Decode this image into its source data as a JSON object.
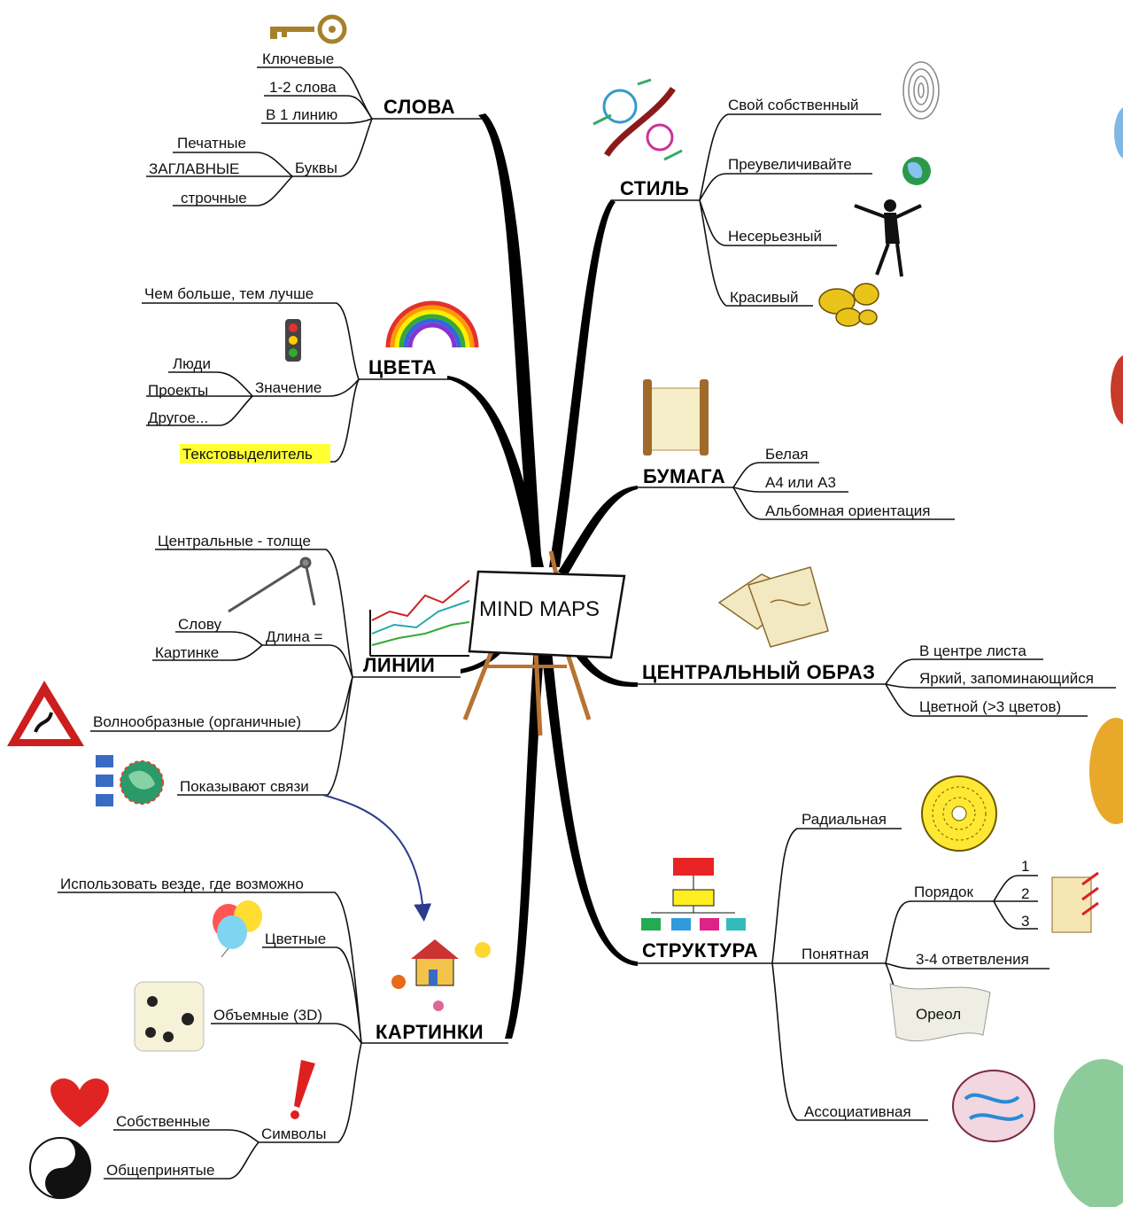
{
  "center": "MIND MAPS",
  "branches": {
    "words": {
      "title": "СЛОВА",
      "items": [
        "Ключевые",
        "1-2 слова",
        "В 1 линию"
      ],
      "letters": {
        "label": "Буквы",
        "items": [
          "Печатные",
          "ЗАГЛАВНЫЕ",
          "строчные"
        ]
      }
    },
    "colors": {
      "title": "ЦВЕТА",
      "first": "Чем больше, тем лучше",
      "meaning": {
        "label": "Значение",
        "items": [
          "Люди",
          "Проекты",
          "Другое..."
        ]
      },
      "highlighter": "Текстовыделитель"
    },
    "lines": {
      "title": "ЛИНИИ",
      "central": "Центральные - толще",
      "length": {
        "label": "Длина =",
        "items": [
          "Слову",
          "Картинке"
        ]
      },
      "wavy": "Волнообразные (органичные)",
      "links": "Показывают связи"
    },
    "pictures": {
      "title": "КАРТИНКИ",
      "everywhere": "Использовать везде, где возможно",
      "colored": "Цветные",
      "volume": "Объемные (3D)",
      "symbols": {
        "label": "Символы",
        "items": [
          "Собственные",
          "Общепринятые"
        ]
      }
    },
    "style": {
      "title": "СТИЛЬ",
      "items": [
        "Свой собственный",
        "Преувеличивайте",
        "Несерьезный",
        "Красивый"
      ]
    },
    "paper": {
      "title": "БУМАГА",
      "items": [
        "Белая",
        "А4 или А3",
        "Альбомная ориентация"
      ]
    },
    "central_image": {
      "title": "ЦЕНТРАЛЬНЫЙ ОБРАЗ",
      "items": [
        "В центре листа",
        "Яркий, запоминающийся",
        "Цветной (>3 цветов)"
      ]
    },
    "structure": {
      "title": "СТРУКТУРА",
      "radial": "Радиальная",
      "clear": {
        "label": "Понятная",
        "order": {
          "label": "Порядок",
          "items": [
            "1",
            "2",
            "3"
          ]
        },
        "branches": "3-4 ответвления",
        "halo": "Ореол"
      },
      "associative": "Ассоциативная"
    }
  },
  "colors": {
    "highlight": "#ffff33",
    "ink": "#111111",
    "link_arrow": "#2b3a8c"
  }
}
